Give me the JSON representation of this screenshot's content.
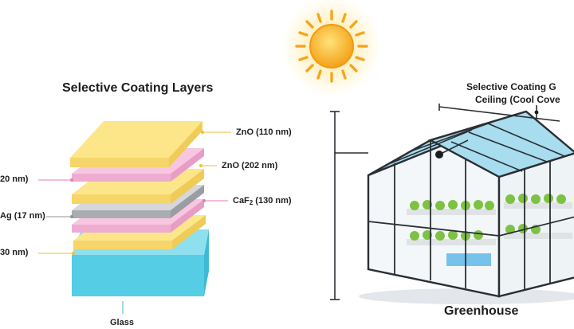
{
  "coating": {
    "title": "Selective Coating Layers",
    "labels": {
      "zno_top": "ZnO (110 nm)",
      "zno_mid": "ZnO (202 nm)",
      "caf2_prefix": "CaF",
      "caf2_sub": "2",
      "caf2_suffix": " (130 nm)",
      "left_top_partial": "20 nm)",
      "ag_partial": "Ag (17 nm)",
      "left_bottom_partial": "30 nm)",
      "glass": "Glass"
    },
    "colors": {
      "yellow": "#fde58a",
      "pink": "#f5b9d9",
      "silver": "#b7b9bd",
      "glass": "#55cde4",
      "label_yellow": "#f2c12e",
      "label_pink": "#e57cb8",
      "label_gray": "#8f9399",
      "label_cyan": "#38b8d6"
    }
  },
  "greenhouse": {
    "label_line1": "Selective Coating G",
    "label_line2": "Ceiling  (Cool Cove",
    "caption": "Greenhouse"
  },
  "sun": {
    "icon": "sun-icon",
    "color": "#f6a623"
  }
}
